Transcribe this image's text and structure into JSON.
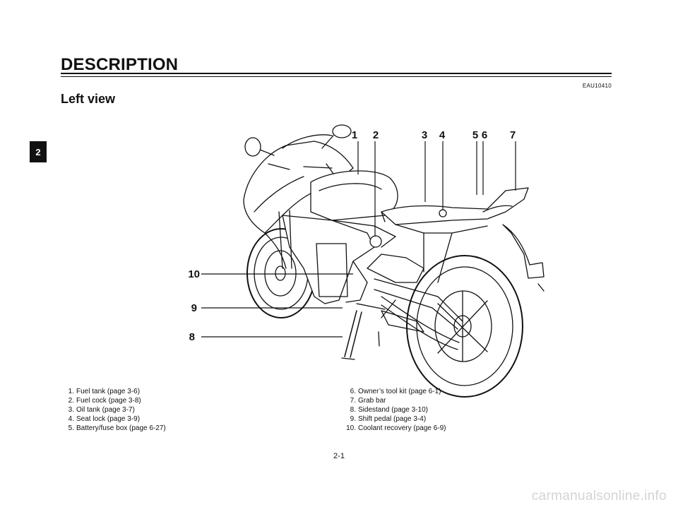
{
  "page": {
    "section_title": "DESCRIPTION",
    "doc_code": "EAU10410",
    "subtitle": "Left view",
    "chapter_tab": "2",
    "page_number": "2-1",
    "watermark": "carmanualsonline.info"
  },
  "callout_numbers": [
    "1",
    "2",
    "3",
    "4",
    "5",
    "6",
    "7",
    "8",
    "9",
    "10"
  ],
  "parts": {
    "left_column": [
      {
        "num": "1.",
        "text": "Fuel tank (page 3-6)"
      },
      {
        "num": "2.",
        "text": "Fuel cock (page 3-8)"
      },
      {
        "num": "3.",
        "text": "Oil tank (page 3-7)"
      },
      {
        "num": "4.",
        "text": "Seat lock (page 3-9)"
      },
      {
        "num": "5.",
        "text": "Battery/fuse box (page 6-27)"
      }
    ],
    "right_column": [
      {
        "num": "6.",
        "text": "Owner’s tool kit (page 6-1)"
      },
      {
        "num": "7.",
        "text": "Grab bar"
      },
      {
        "num": "8.",
        "text": "Sidestand (page 3-10)"
      },
      {
        "num": "9.",
        "text": "Shift pedal (page 3-4)"
      },
      {
        "num": "10.",
        "text": "Coolant recovery (page 6-9)"
      }
    ]
  }
}
